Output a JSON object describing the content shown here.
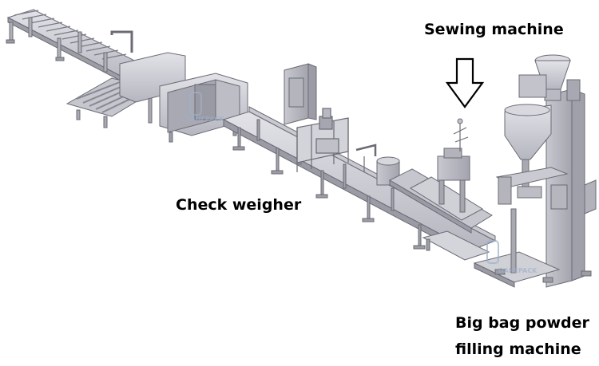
{
  "labels": {
    "sewing_machine": "Sewing machine",
    "check_weigher": "Check weigher",
    "big_bag_line1": "Big bag powder",
    "big_bag_line2": "filling machine"
  },
  "watermark": "DAHEPACK",
  "icons": {
    "arrow": "down-arrow-outline"
  },
  "colors": {
    "metal_light": "#d5d5dc",
    "metal_mid": "#b9b9c2",
    "metal_dark": "#8f8f99",
    "outline": "#6b6b75",
    "watermark": "#9fb0c8"
  }
}
